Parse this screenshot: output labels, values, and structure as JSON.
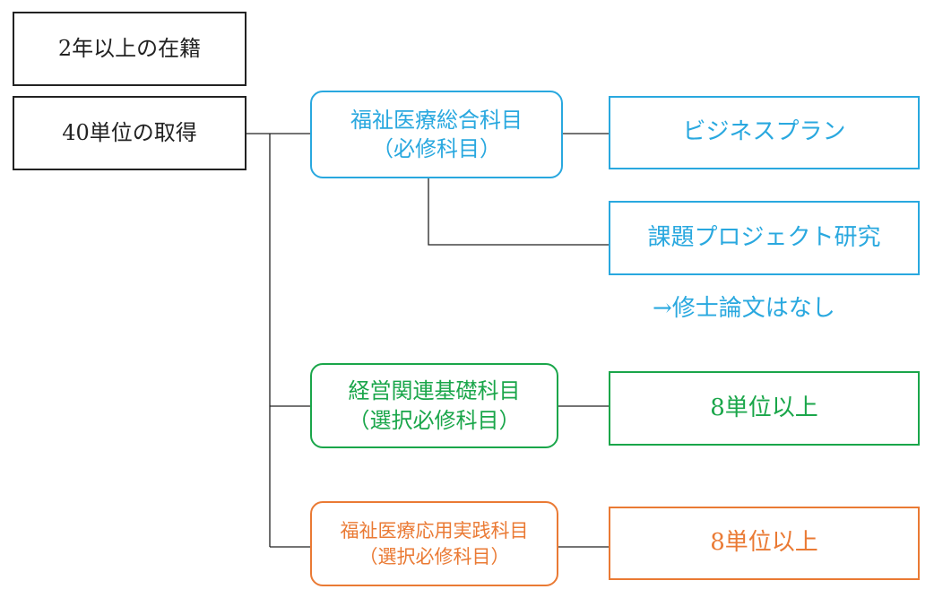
{
  "requirements": {
    "enrollment": "2年以上の在籍",
    "credits": "40単位の取得"
  },
  "categories": {
    "required": {
      "line1": "福祉医療総合科目",
      "line2": "（必修科目）",
      "outcomes": [
        "ビジネスプラン",
        "課題プロジェクト研究"
      ],
      "note": "→修士論文はなし"
    },
    "management": {
      "line1": "経営関連基礎科目",
      "line2": "（選択必修科目）",
      "outcome": "8単位以上"
    },
    "applied": {
      "line1": "福祉医療応用実践科目",
      "line2": "（選択必修科目）",
      "outcome": "8単位以上"
    }
  },
  "colors": {
    "black": "#222222",
    "blue": "#29a8df",
    "green": "#1aa64a",
    "orange": "#ea7a34"
  }
}
